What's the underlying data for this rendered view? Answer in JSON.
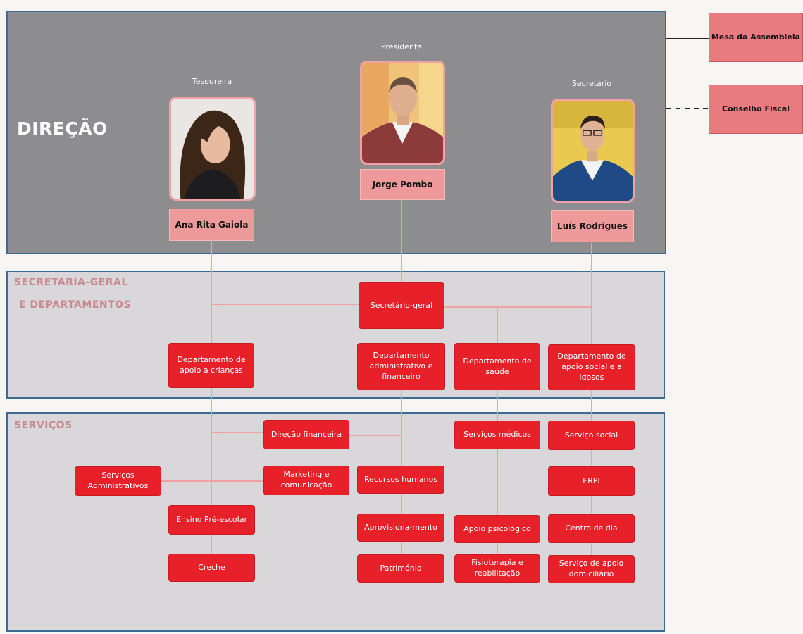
{
  "direcao": {
    "title": "DIREÇÃO",
    "members": [
      {
        "role": "Presidente",
        "name": "Jorge Pombo"
      },
      {
        "role": "Tesoureira",
        "name": "Ana Rita Gaiola"
      },
      {
        "role": "Secretário",
        "name": "Luís Rodrigues"
      }
    ]
  },
  "side_bodies": {
    "mesa": "Mesa da Assembleia",
    "conselho": "Conselho Fiscal"
  },
  "secretaria": {
    "title_line1": "SECRETARIA-GERAL",
    "title_line2": "E DEPARTAMENTOS",
    "secretario_geral": "Secretário-geral",
    "departamentos": [
      "Departamento de apoio a crianças",
      "Departamento administrativo e financeiro",
      "Departamento de saúde",
      "Departamento de apoio social e a idosos"
    ]
  },
  "servicos": {
    "title": "SERVIÇOS",
    "items": {
      "direcao_financeira": "Direção financeira",
      "servicos_administrativos": "Serviços Administrativos",
      "marketing": "Marketing e comunicação",
      "ensino_pre_escolar": "Ensino Pré-escolar",
      "creche": "Creche",
      "recursos_humanos": "Recursos humanos",
      "aprovisionamento": "Aprovisiona-mento",
      "patrimonio": "Património",
      "servicos_medicos": "Serviços médicos",
      "apoio_psicologico": "Apoio psicológico",
      "fisioterapia": "Fisioterapia e reabilitação",
      "servico_social": "Serviço social",
      "erpi": "ERPI",
      "centro_de_dia": "Centro de dia",
      "apoio_domiciliario": "Serviço de apoio domiciliário"
    }
  },
  "colors": {
    "box_red": "#e8202a",
    "name_pink": "#ef9a9a",
    "section_border": "#3d6a92",
    "direcao_bg": "#8d8c8e",
    "section_bg": "#d9d7da",
    "connector": "#f3a0a4"
  }
}
